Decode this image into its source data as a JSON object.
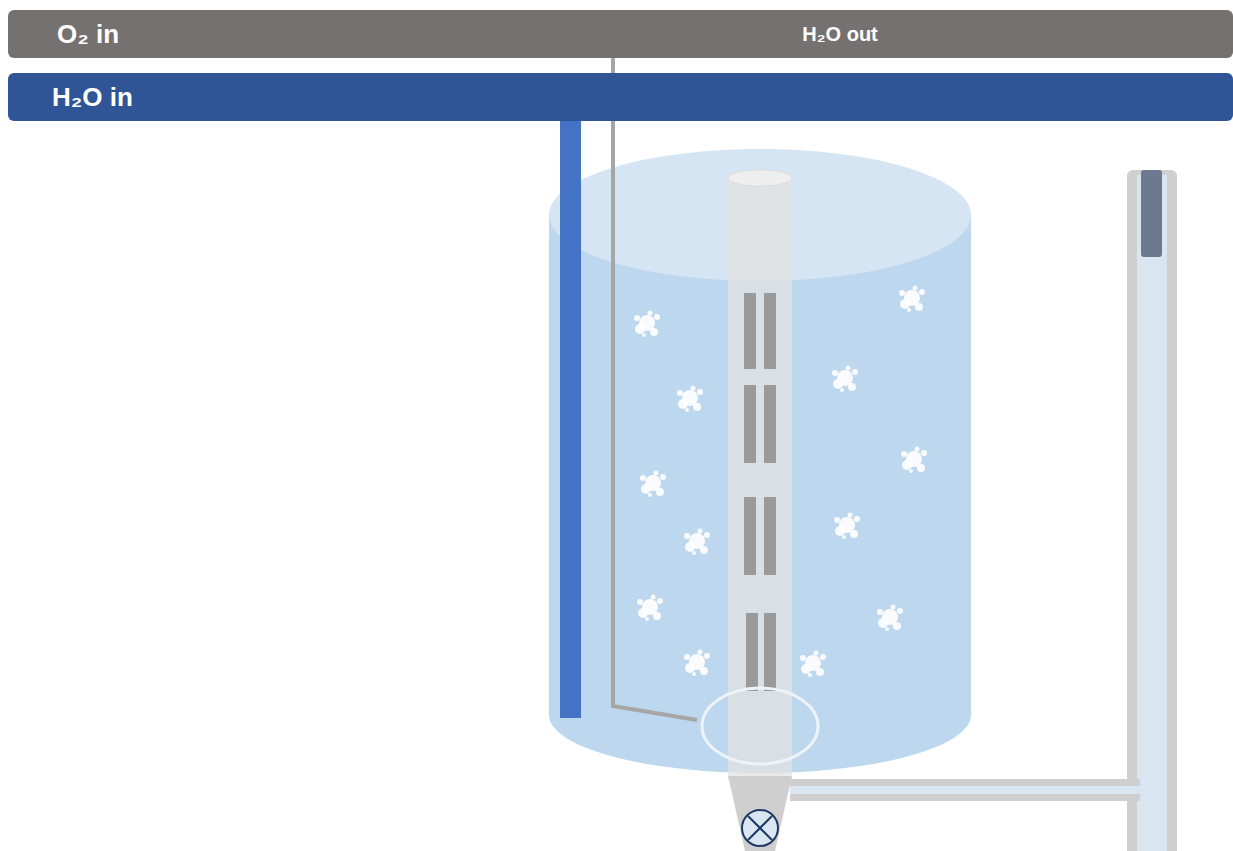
{
  "diagram": {
    "nodes": [
      {
        "text": [
          "O₂ in",
          "H₂O out"
        ]
      },
      {
        "text": [
          "H₂O in"
        ]
      }
    ]
  }
}
